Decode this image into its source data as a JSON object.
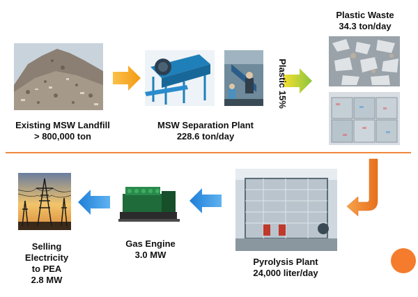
{
  "steps": {
    "landfill": {
      "line1": "Existing MSW Landfill",
      "line2": "> 800,000 ton"
    },
    "separation": {
      "line1": "MSW Separation Plant",
      "line2": "228.6 ton/day"
    },
    "plastic": {
      "line1": "Plastic Waste",
      "line2": "34.3 ton/day"
    },
    "plastic_share": "Plastic 15%",
    "pyrolysis": {
      "line1": "Pyrolysis Plant",
      "line2": "24,000 liter/day"
    },
    "engine": {
      "line1": "Gas Engine",
      "line2": "3.0 MW"
    },
    "selling": {
      "line1": "Selling",
      "line2": "Electricity",
      "line3": "to PEA",
      "line4": "2.8 MW"
    }
  },
  "colors": {
    "arrow_orange": "#f7a21b",
    "arrow_green_yellow": "#b6d23a",
    "arrow_blue": "#1e88e5",
    "accent_orange": "#f47c2c"
  }
}
